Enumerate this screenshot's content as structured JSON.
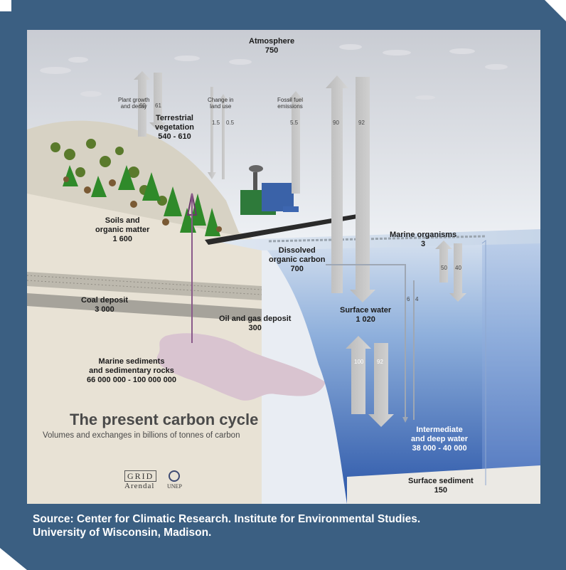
{
  "diagram": {
    "title": "The present carbon cycle",
    "subtitle": "Volumes and exchanges in billions of tonnes of carbon",
    "pools": {
      "atmosphere": {
        "label": "Atmosphere",
        "value": "750"
      },
      "terrestrial_vegetation": {
        "label": "Terrestrial vegetation",
        "value": "540 - 610"
      },
      "soils": {
        "label": "Soils and organic matter",
        "value": "1 600"
      },
      "dissolved_organic_carbon": {
        "label": "Dissolved organic carbon",
        "value": "700"
      },
      "marine_organisms": {
        "label": "Marine organisms",
        "value": "3"
      },
      "surface_water": {
        "label": "Surface water",
        "value": "1 020"
      },
      "coal_deposit": {
        "label": "Coal deposit",
        "value": "3 000"
      },
      "oil_gas_deposit": {
        "label": "Oil and gas deposit",
        "value": "300"
      },
      "marine_sediments": {
        "label": "Marine sediments and sedimentary rocks",
        "value": "66 000 000 - 100 000 000"
      },
      "deep_water": {
        "label": "Intermediate and deep water",
        "value": "38 000 - 40 000"
      },
      "surface_sediment": {
        "label": "Surface sediment",
        "value": "150"
      }
    },
    "flows": {
      "plant_growth": {
        "label": "Plant growth and decay",
        "up": "60",
        "down": "61"
      },
      "land_use": {
        "label": "Change in land use",
        "a": "1.5",
        "b": "0.5"
      },
      "fossil_fuel": {
        "label": "Fossil fuel emissions",
        "value": "5.5"
      },
      "ocean_atmosphere": {
        "up": "90",
        "down": "92"
      },
      "marine_bio": {
        "up": "50",
        "down": "40"
      },
      "deep_exchange": {
        "up": "100",
        "down": "92"
      },
      "doc_flux": "6",
      "to_sediment": "4"
    },
    "logo": {
      "grid": "GRID",
      "arendal": "Arendal",
      "unep": "UNEP"
    }
  },
  "caption": {
    "line1": "Source: Center for Climatic Research. Institute for Environmental Studies.",
    "line2": "University of Wisconsin, Madison."
  },
  "colors": {
    "frame": "#3b5f82",
    "ocean_surface": "#c9d8ea",
    "ocean_deep": "#2e5fb0",
    "ground": "#e9e3d6",
    "arrow": "#c8c8c8"
  }
}
